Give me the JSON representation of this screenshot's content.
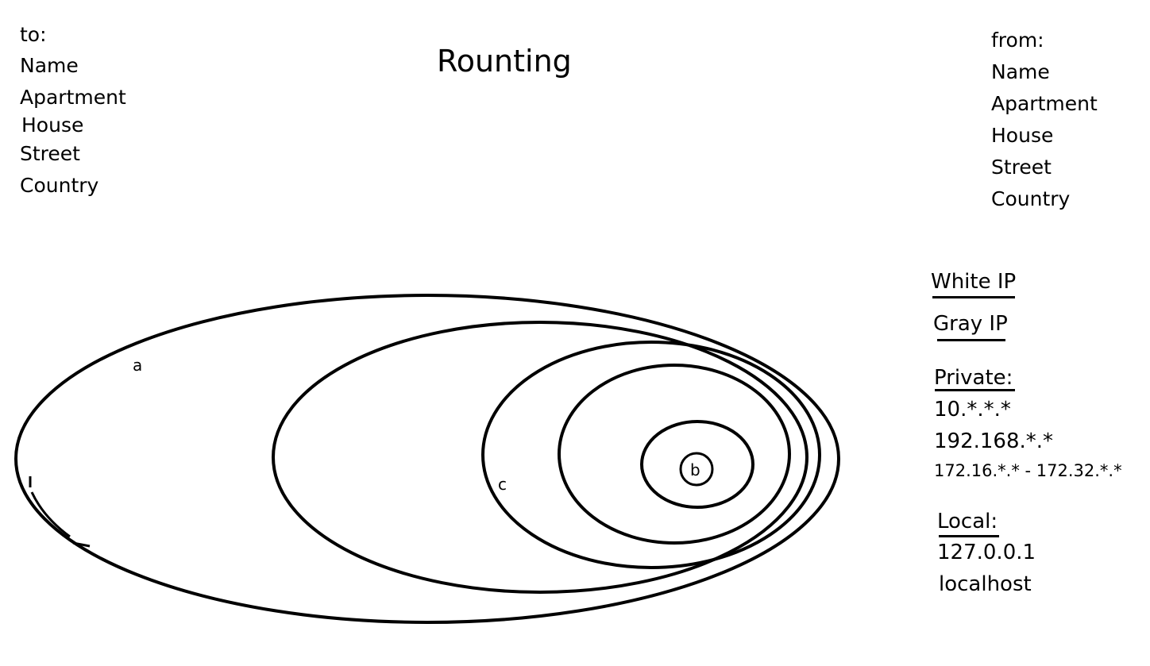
{
  "title": "Rounting",
  "to_block": {
    "heading": "to:",
    "fields": [
      "Name",
      "Apartment",
      "House",
      "Street",
      "Country"
    ]
  },
  "from_block": {
    "heading": "from:",
    "fields": [
      "Name",
      "Apartment",
      "House",
      "Street",
      "Country"
    ]
  },
  "ip_notes": {
    "white_ip": "White IP",
    "gray_ip": "Gray IP",
    "private_heading": "Private:",
    "private_ranges": [
      "10.*.*.*",
      "192.168.*.*",
      "172.16.*.* - 172.32.*.*"
    ],
    "local_heading": "Local:",
    "local_values": [
      "127.0.0.1",
      "localhost"
    ]
  },
  "diagram": {
    "labels": {
      "outer": "a",
      "middle": "c",
      "inner": "b"
    }
  }
}
